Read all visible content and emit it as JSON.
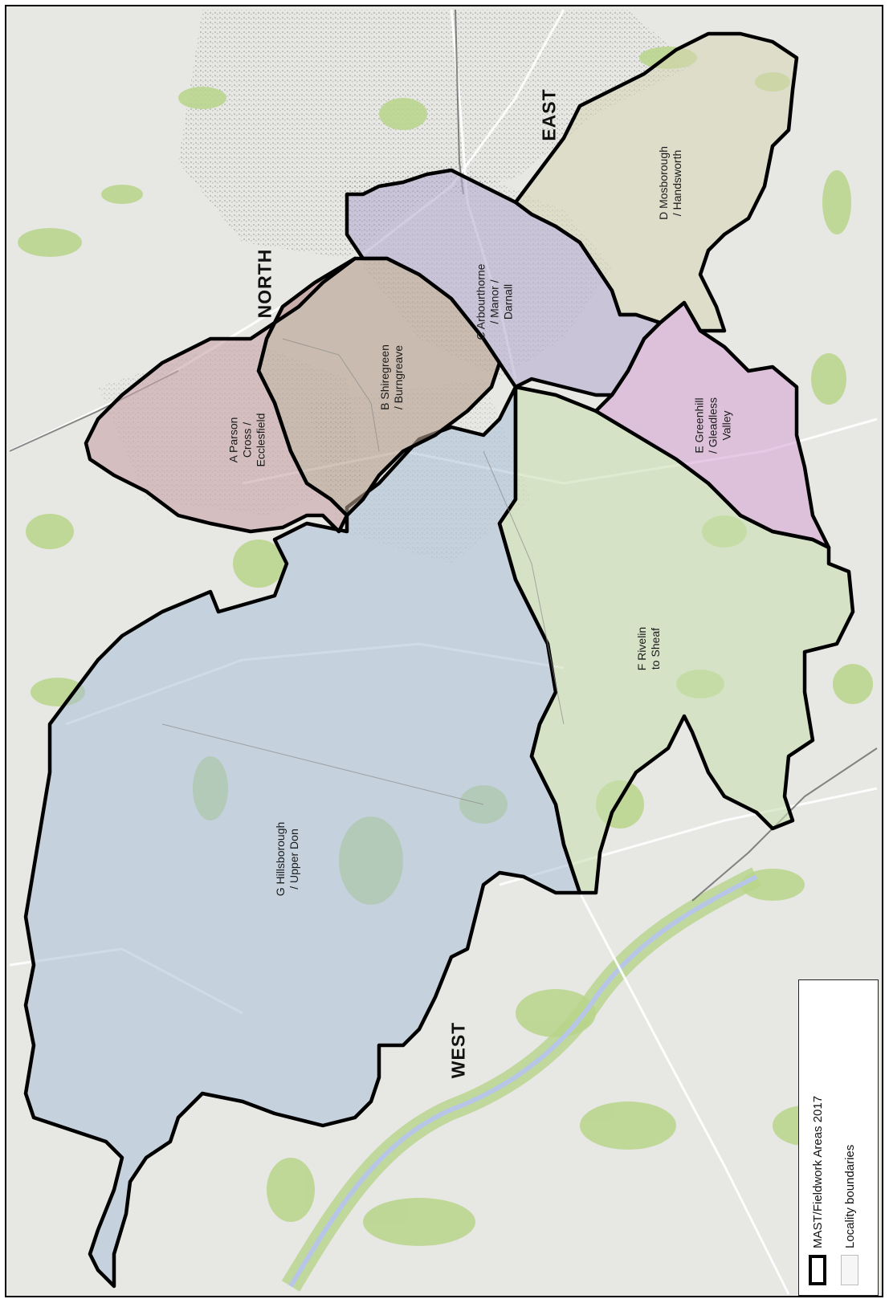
{
  "map": {
    "direction_labels": {
      "north": "NORTH",
      "east": "EAST",
      "west": "WEST"
    },
    "areas": [
      {
        "id": "A",
        "lines": [
          "A Parson",
          "Cross /",
          "Ecclesfield"
        ],
        "fill": "#c9a3a8"
      },
      {
        "id": "B",
        "lines": [
          "B Shiregreen",
          "/ Burngreave"
        ],
        "fill": "#b59e8c"
      },
      {
        "id": "C",
        "lines": [
          "C Arbourthorne",
          "/ Manor /",
          "Darnall"
        ],
        "fill": "#b7aed0"
      },
      {
        "id": "D",
        "lines": [
          "D Mosborough",
          "/ Handsworth"
        ],
        "fill": "#d6d6b5"
      },
      {
        "id": "E",
        "lines": [
          "E Greenhill",
          "/ Gleadless",
          "Valley"
        ],
        "fill": "#d7a9d6"
      },
      {
        "id": "F",
        "lines": [
          "F Rivelin",
          "to Sheaf"
        ],
        "fill": "#c9dfb3"
      },
      {
        "id": "G",
        "lines": [
          "G Hillsborough",
          "/ Upper Don"
        ],
        "fill": "#a9c0d6"
      }
    ]
  },
  "legend": {
    "items": [
      {
        "label": "MAST/Fieldwork Areas 2017",
        "swatch": "thick-black-outline"
      },
      {
        "label": "Locality boundaries",
        "swatch": "light-grey-outline"
      }
    ]
  },
  "colors": {
    "basemap": "#e7e7e4",
    "green_space": "#b8d58a",
    "water": "#b7c6e6",
    "urban": "#a9a9a9",
    "boundary": "#000000"
  }
}
